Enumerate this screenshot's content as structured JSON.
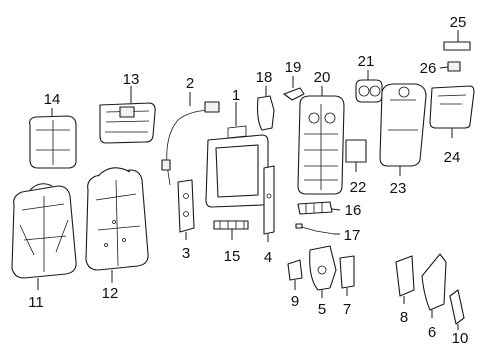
{
  "callouts": {
    "c1": "1",
    "c2": "2",
    "c3": "3",
    "c4": "4",
    "c5": "5",
    "c6": "6",
    "c7": "7",
    "c8": "8",
    "c9": "9",
    "c10": "10",
    "c11": "11",
    "c12": "12",
    "c13": "13",
    "c14": "14",
    "c15": "15",
    "c16": "16",
    "c17": "17",
    "c18": "18",
    "c19": "19",
    "c20": "20",
    "c21": "21",
    "c22": "22",
    "c23": "23",
    "c24": "24",
    "c25": "25",
    "c26": "26"
  },
  "colors": {
    "line": "#1a1a1a",
    "background": "#ffffff"
  }
}
